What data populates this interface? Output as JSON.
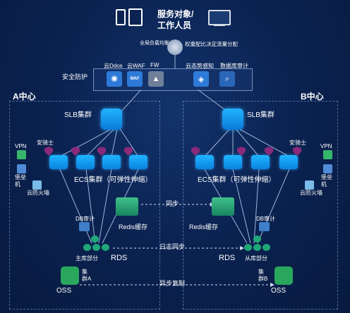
{
  "header": {
    "title_line1": "服务对象/",
    "title_line2": "工作人员"
  },
  "lb": {
    "label_left": "全局负载均衡",
    "label_right": "权重配比决定流量分配"
  },
  "security": {
    "label": "安全防护",
    "items": [
      "云Ddos",
      "云WAF",
      "FW",
      "云态势感知",
      "数据库审计"
    ],
    "icon_labels": [
      "",
      "WAF",
      "",
      "",
      ""
    ]
  },
  "centers": {
    "a_title": "A中心",
    "b_title": "B中心"
  },
  "slb": {
    "a_label": "SLB集群",
    "b_label": "SLB集群"
  },
  "ecs": {
    "a_label": "ECS集群（可弹性伸缩）",
    "b_label": "ECS集群（可弹性伸缩）"
  },
  "side": {
    "vpn": "VPN",
    "bastion": "堡垒机",
    "cloud_fw": "云防火墙",
    "guard": "安骑士"
  },
  "cache": {
    "a_label": "Redis缓存",
    "b_label": "Redis缓存",
    "sync": "同步"
  },
  "db": {
    "audit_a": "DB审计",
    "audit_b": "DB审计",
    "rds_a": "RDS",
    "rds_b": "RDS",
    "master": "主库部分",
    "slave": "从库部分",
    "log_sync": "日志同步"
  },
  "oss": {
    "a_label": "OSS",
    "b_label": "OSS",
    "cluster_a": "集群A",
    "cluster_b": "集群B",
    "async": "异步复制"
  }
}
